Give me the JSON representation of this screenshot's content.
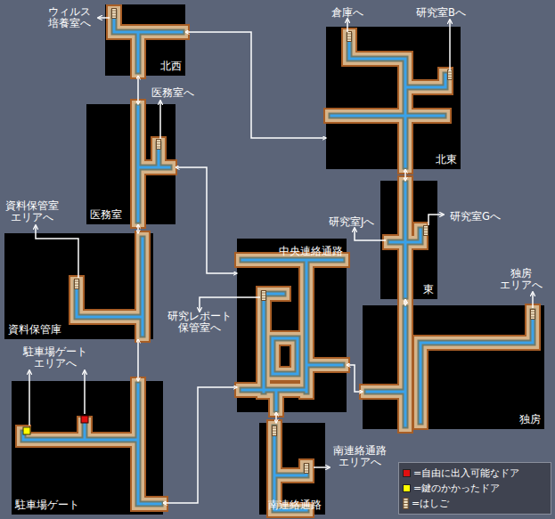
{
  "diagram": {
    "nodes": [
      {
        "text": [
          "北西"
        ]
      },
      {
        "text": [
          "北東"
        ]
      },
      {
        "text": [
          "医務室"
        ]
      },
      {
        "text": [
          "東"
        ]
      },
      {
        "text": [
          "資料保管庫"
        ]
      },
      {
        "text": [
          "中央連絡通路"
        ]
      },
      {
        "text": [
          "独房"
        ]
      },
      {
        "text": [
          "駐車場ゲート"
        ]
      },
      {
        "text": [
          "南連絡通路"
        ]
      }
    ],
    "edges": [
      {
        "from": 0,
        "to": 2,
        "arrow": "both"
      },
      {
        "from": 0,
        "to": 1,
        "arrow": "both"
      },
      {
        "from": 1,
        "to": 3,
        "arrow": "both"
      },
      {
        "from": 2,
        "to": 4,
        "arrow": "both"
      },
      {
        "from": 2,
        "to": 5,
        "arrow": "both"
      },
      {
        "from": 3,
        "to": 6,
        "arrow": "both"
      },
      {
        "from": 4,
        "to": 7,
        "arrow": "both"
      },
      {
        "from": 7,
        "to": 5,
        "arrow": "both"
      },
      {
        "from": 5,
        "to": 6,
        "arrow": "both"
      },
      {
        "from": 5,
        "to": 8,
        "arrow": "both"
      }
    ],
    "labels": [
      "ウィルス 培養室へ",
      "医務室へ",
      "倉庫へ",
      "研究室Bへ",
      "研究室Jへ",
      "研究室Gへ",
      "独房 エリアへ",
      "資料保管室 エリアへ",
      "研究レポート 保管室へ",
      "駐車場ゲート エリアへ",
      "南連絡通路 エリアへ"
    ],
    "legend": [
      {
        "text": "=自由に出入可能なドア",
        "color": "#e01010"
      },
      {
        "text": "=鍵のかかったドア",
        "color": "#ffff00"
      },
      {
        "text": "=はしご"
      }
    ]
  }
}
